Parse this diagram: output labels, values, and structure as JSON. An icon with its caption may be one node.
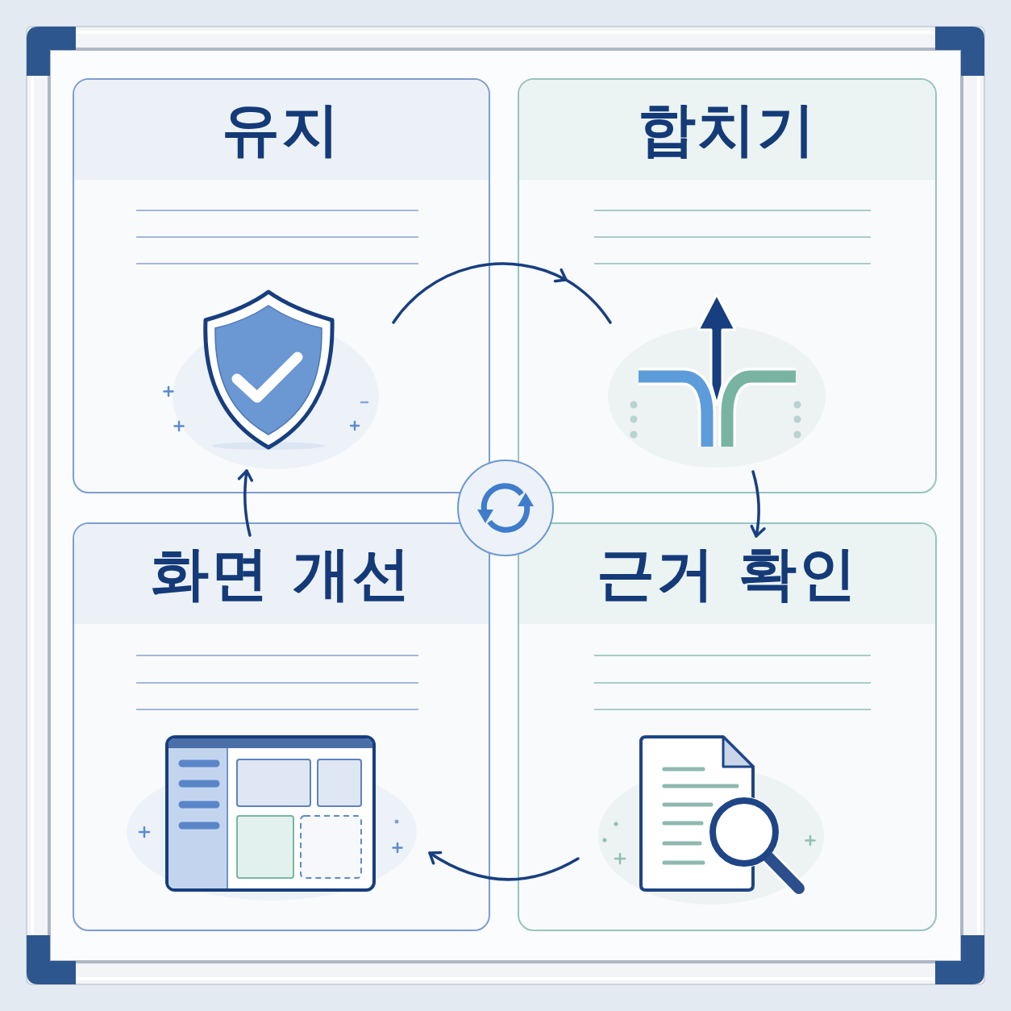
{
  "diagram": {
    "nodes": [
      {
        "text": [
          "유지"
        ]
      },
      {
        "text": [
          "합치기"
        ]
      },
      {
        "text": [
          "화면 개선"
        ]
      },
      {
        "text": [
          "근거 확인"
        ]
      },
      {
        "text": [],
        "shape": "circle"
      }
    ],
    "edges": [
      {
        "from": 0,
        "to": 1,
        "arrow": "to"
      },
      {
        "from": 1,
        "to": 3,
        "arrow": "to"
      },
      {
        "from": 3,
        "to": 2,
        "arrow": "to"
      },
      {
        "from": 2,
        "to": 0,
        "arrow": "to"
      }
    ]
  }
}
